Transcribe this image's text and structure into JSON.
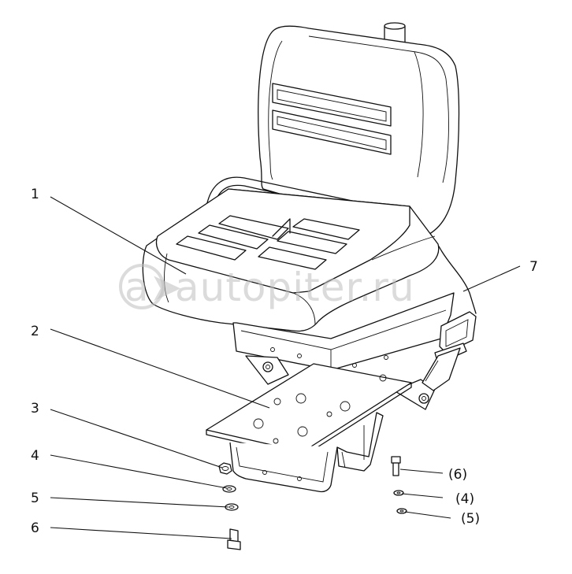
{
  "watermark": {
    "text": "autopiter.ru",
    "symbol": "a➤"
  },
  "callouts": {
    "c1": "1",
    "c2": "2",
    "c3": "3",
    "c4": "4",
    "c5": "5",
    "c6": "6",
    "c7": "7",
    "c6b": "(6)",
    "c4b": "(4)",
    "c5b": "(5)"
  },
  "colors": {
    "line": "#111111",
    "background": "#ffffff",
    "watermark": "#bebebe"
  }
}
